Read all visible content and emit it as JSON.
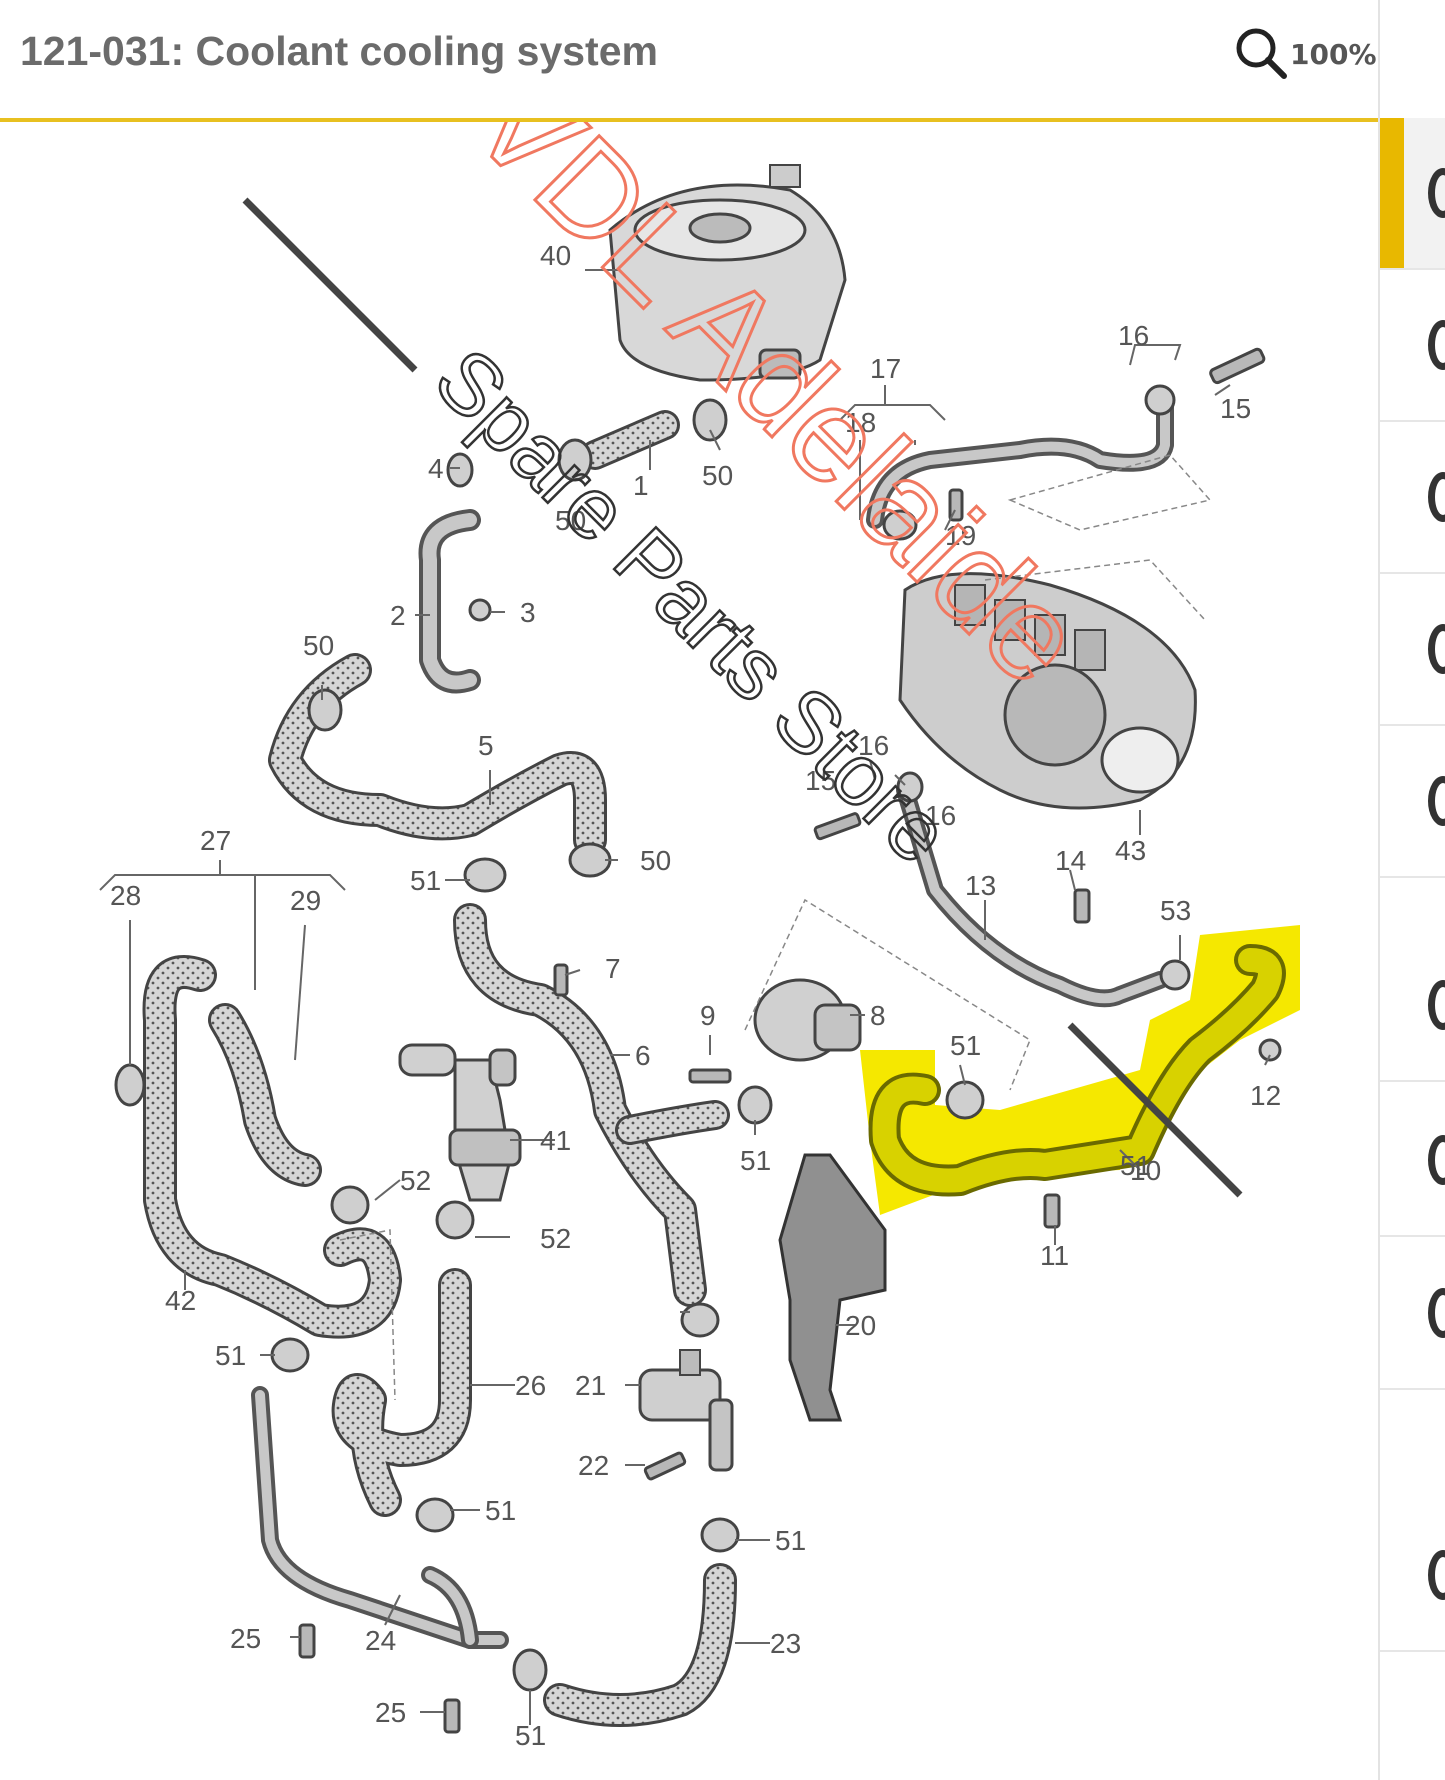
{
  "header": {
    "title": "121-031: Coolant cooling system",
    "zoom": "100%"
  },
  "watermark": {
    "line1": "VDL Adelaide",
    "line2": "Spare Parts Store",
    "color": "#f07860"
  },
  "highlight_color": "#f5e800",
  "sidebar_items": 9,
  "callouts": [
    {
      "id": "c40",
      "text": "40"
    },
    {
      "id": "c1",
      "text": "1"
    },
    {
      "id": "c50a",
      "text": "50"
    },
    {
      "id": "c4",
      "text": "4"
    },
    {
      "id": "c50b",
      "text": "50"
    },
    {
      "id": "c2",
      "text": "2"
    },
    {
      "id": "c3",
      "text": "3"
    },
    {
      "id": "c50c",
      "text": "50"
    },
    {
      "id": "c5",
      "text": "5"
    },
    {
      "id": "c50d",
      "text": "50"
    },
    {
      "id": "c51a",
      "text": "51"
    },
    {
      "id": "c27",
      "text": "27"
    },
    {
      "id": "c28",
      "text": "28"
    },
    {
      "id": "c29",
      "text": "29"
    },
    {
      "id": "c7",
      "text": "7"
    },
    {
      "id": "c6",
      "text": "6"
    },
    {
      "id": "c41",
      "text": "41"
    },
    {
      "id": "c52a",
      "text": "52"
    },
    {
      "id": "c52b",
      "text": "52"
    },
    {
      "id": "c42",
      "text": "42"
    },
    {
      "id": "c51b",
      "text": "51"
    },
    {
      "id": "c26",
      "text": "26"
    },
    {
      "id": "c51c",
      "text": "51"
    },
    {
      "id": "c25a",
      "text": "25"
    },
    {
      "id": "c24",
      "text": "24"
    },
    {
      "id": "c25b",
      "text": "25"
    },
    {
      "id": "c51d",
      "text": "51"
    },
    {
      "id": "c9",
      "text": "9"
    },
    {
      "id": "c8",
      "text": "8"
    },
    {
      "id": "c51e",
      "text": "51"
    },
    {
      "id": "c51f",
      "text": "51"
    },
    {
      "id": "c21",
      "text": "21"
    },
    {
      "id": "c22",
      "text": "22"
    },
    {
      "id": "c20",
      "text": "20"
    },
    {
      "id": "c51g",
      "text": "51"
    },
    {
      "id": "c23",
      "text": "23"
    },
    {
      "id": "c17",
      "text": "17"
    },
    {
      "id": "c18",
      "text": "18"
    },
    {
      "id": "c19",
      "text": "19"
    },
    {
      "id": "c16a",
      "text": "16"
    },
    {
      "id": "c15a",
      "text": "15"
    },
    {
      "id": "c16b",
      "text": "16"
    },
    {
      "id": "c15b",
      "text": "15"
    },
    {
      "id": "c16c",
      "text": "16"
    },
    {
      "id": "c43",
      "text": "43"
    },
    {
      "id": "c14",
      "text": "14"
    },
    {
      "id": "c13",
      "text": "13"
    },
    {
      "id": "c53",
      "text": "53"
    },
    {
      "id": "c51h",
      "text": "51"
    },
    {
      "id": "c10",
      "text": "10"
    },
    {
      "id": "c11",
      "text": "11"
    },
    {
      "id": "c12",
      "text": "12"
    }
  ]
}
